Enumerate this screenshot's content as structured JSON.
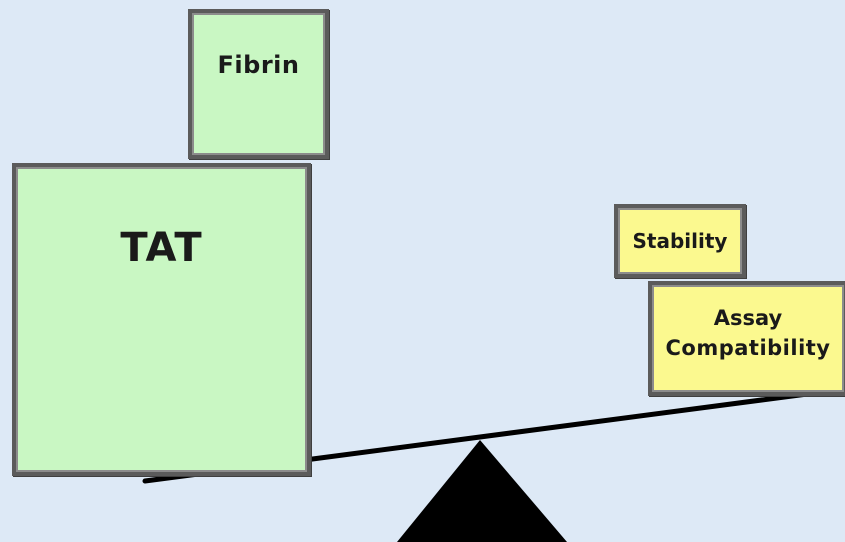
{
  "diagram": {
    "left_side": {
      "top_block": {
        "label": "Fibrin",
        "color": "#c9f7c3"
      },
      "bottom_block": {
        "label": "TAT",
        "color": "#c9f7c3"
      }
    },
    "right_side": {
      "top_block": {
        "label": "Stability",
        "color": "#fbf98f"
      },
      "bottom_block": {
        "label_line1": "Assay",
        "label_line2": "Compatibility",
        "color": "#fbf98f"
      }
    },
    "beam_color": "#000000",
    "fulcrum_color": "#000000",
    "background_color": "#dde9f6"
  }
}
